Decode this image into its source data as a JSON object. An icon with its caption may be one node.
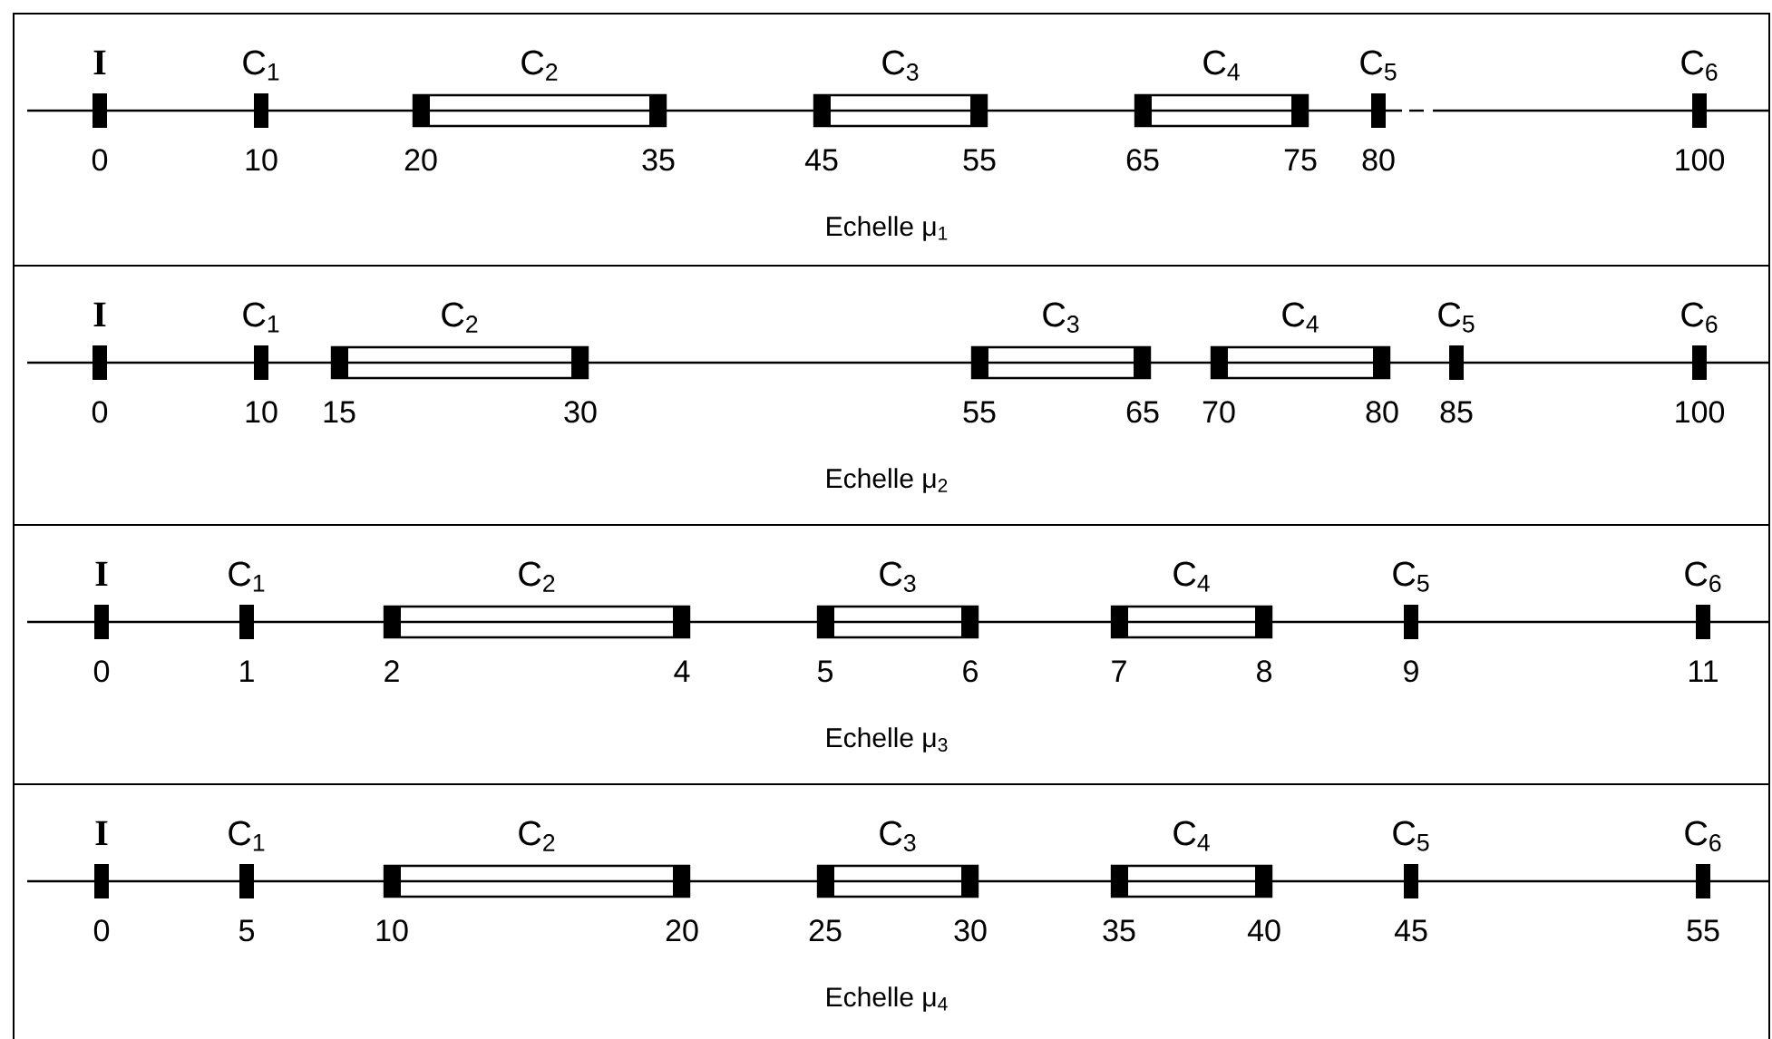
{
  "diagram": {
    "nodes": [
      {
        "text": [
          "Echelle μ$_{1}$"
        ]
      },
      {
        "text": [
          "I"
        ],
        "beside": [
          "0"
        ],
        "in": 0
      },
      {
        "text": [
          "C$_{1}$"
        ],
        "beside": [
          "10"
        ],
        "in": 0
      },
      {
        "text": [
          "C$_{2}$"
        ],
        "beside": [
          "20",
          "35"
        ],
        "in": 0
      },
      {
        "text": [
          "C$_{3}$"
        ],
        "beside": [
          "45",
          "55"
        ],
        "in": 0
      },
      {
        "text": [
          "C$_{4}$"
        ],
        "beside": [
          "65",
          "75"
        ],
        "in": 0
      },
      {
        "text": [
          "C$_{5}$"
        ],
        "beside": [
          "80"
        ],
        "in": 0
      },
      {
        "text": [
          "C$_{6}$"
        ],
        "beside": [
          "100"
        ],
        "in": 0
      },
      {
        "text": [
          "Echelle μ$_{2}$"
        ]
      },
      {
        "text": [
          "I"
        ],
        "beside": [
          "0"
        ],
        "in": 8
      },
      {
        "text": [
          "C$_{1}$"
        ],
        "beside": [
          "10"
        ],
        "in": 8
      },
      {
        "text": [
          "C$_{2}$"
        ],
        "beside": [
          "15",
          "30"
        ],
        "in": 8
      },
      {
        "text": [
          "C$_{3}$"
        ],
        "beside": [
          "55",
          "65"
        ],
        "in": 8
      },
      {
        "text": [
          "C$_{4}$"
        ],
        "beside": [
          "70",
          "80"
        ],
        "in": 8
      },
      {
        "text": [
          "C$_{5}$"
        ],
        "beside": [
          "85"
        ],
        "in": 8
      },
      {
        "text": [
          "C$_{6}$"
        ],
        "beside": [
          "100"
        ],
        "in": 8
      },
      {
        "text": [
          "Echelle μ$_{3}$"
        ]
      },
      {
        "text": [
          "I"
        ],
        "beside": [
          "0"
        ],
        "in": 16
      },
      {
        "text": [
          "C$_{1}$"
        ],
        "beside": [
          "1"
        ],
        "in": 16
      },
      {
        "text": [
          "C$_{2}$"
        ],
        "beside": [
          "2",
          "4"
        ],
        "in": 16
      },
      {
        "text": [
          "C$_{3}$"
        ],
        "beside": [
          "5",
          "6"
        ],
        "in": 16
      },
      {
        "text": [
          "C$_{4}$"
        ],
        "beside": [
          "7",
          "8"
        ],
        "in": 16
      },
      {
        "text": [
          "C$_{5}$"
        ],
        "beside": [
          "9"
        ],
        "in": 16
      },
      {
        "text": [
          "C$_{6}$"
        ],
        "beside": [
          "11"
        ],
        "in": 16
      },
      {
        "text": [
          "Echelle μ$_{4}$"
        ]
      },
      {
        "text": [
          "I"
        ],
        "beside": [
          "0"
        ],
        "in": 24
      },
      {
        "text": [
          "C$_{1}$"
        ],
        "beside": [
          "5"
        ],
        "in": 24
      },
      {
        "text": [
          "C$_{2}$"
        ],
        "beside": [
          "10",
          "20"
        ],
        "in": 24
      },
      {
        "text": [
          "C$_{3}$"
        ],
        "beside": [
          "25",
          "30"
        ],
        "in": 24
      },
      {
        "text": [
          "C$_{4}$"
        ],
        "beside": [
          "35",
          "40"
        ],
        "in": 24
      },
      {
        "text": [
          "C$_{5}$"
        ],
        "beside": [
          "45"
        ],
        "in": 24
      },
      {
        "text": [
          "C$_{6}$"
        ],
        "beside": [
          "55"
        ],
        "in": 24
      }
    ]
  }
}
